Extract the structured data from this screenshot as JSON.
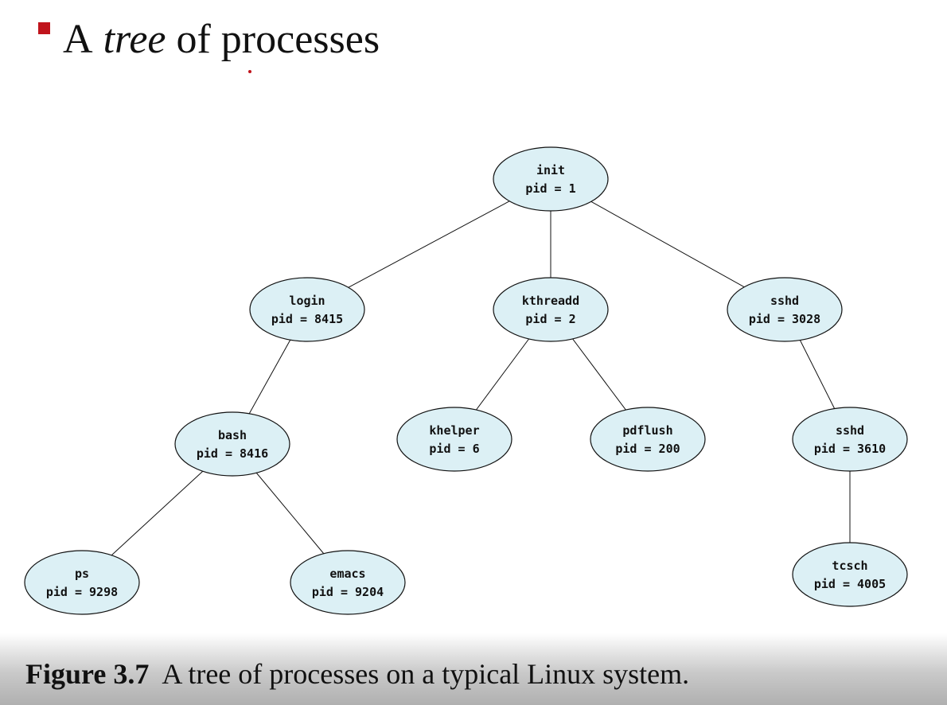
{
  "slide": {
    "title_prefix": "A",
    "title_emphasis": "tree",
    "title_suffix": "of processes"
  },
  "figure": {
    "label": "Figure 3.7",
    "caption": "A tree of processes on a typical Linux system."
  },
  "colors": {
    "bullet": "#c0141c",
    "node_fill": "#dcf0f5",
    "stroke": "#111111"
  },
  "tree": {
    "nodes": [
      {
        "id": "init",
        "name": "init",
        "pid": "pid = 1"
      },
      {
        "id": "login",
        "name": "login",
        "pid": "pid = 8415"
      },
      {
        "id": "kthreadd",
        "name": "kthreadd",
        "pid": "pid = 2"
      },
      {
        "id": "sshd3028",
        "name": "sshd",
        "pid": "pid = 3028"
      },
      {
        "id": "bash",
        "name": "bash",
        "pid": "pid = 8416"
      },
      {
        "id": "khelper",
        "name": "khelper",
        "pid": "pid = 6"
      },
      {
        "id": "pdflush",
        "name": "pdflush",
        "pid": "pid = 200"
      },
      {
        "id": "sshd3610",
        "name": "sshd",
        "pid": "pid = 3610"
      },
      {
        "id": "ps",
        "name": "ps",
        "pid": "pid = 9298"
      },
      {
        "id": "emacs",
        "name": "emacs",
        "pid": "pid = 9204"
      },
      {
        "id": "tcsch",
        "name": "tcsch",
        "pid": "pid = 4005"
      }
    ],
    "edges": [
      {
        "from": "init",
        "to": "login"
      },
      {
        "from": "init",
        "to": "kthreadd"
      },
      {
        "from": "init",
        "to": "sshd3028"
      },
      {
        "from": "login",
        "to": "bash"
      },
      {
        "from": "kthreadd",
        "to": "khelper"
      },
      {
        "from": "kthreadd",
        "to": "pdflush"
      },
      {
        "from": "sshd3028",
        "to": "sshd3610"
      },
      {
        "from": "bash",
        "to": "ps"
      },
      {
        "from": "bash",
        "to": "emacs"
      },
      {
        "from": "sshd3610",
        "to": "tcsch"
      }
    ]
  }
}
